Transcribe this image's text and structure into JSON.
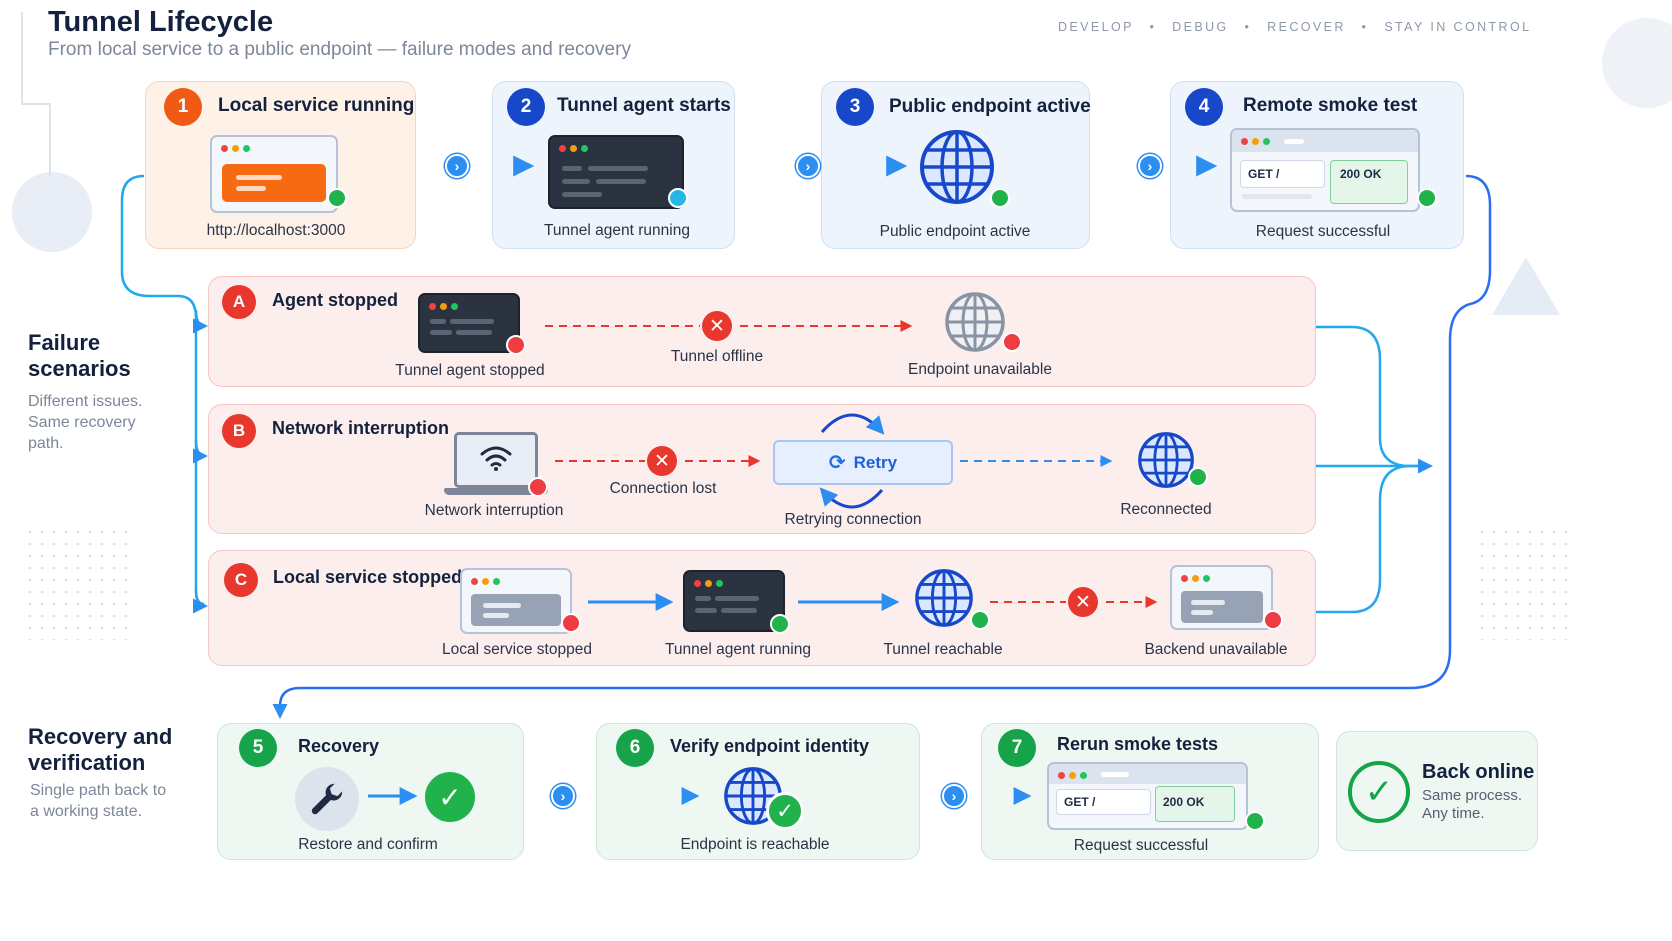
{
  "header": {
    "title": "Tunnel Lifecycle",
    "subtitle": "From local service to a public endpoint — failure modes and recovery",
    "tags": [
      "DEVELOP",
      "DEBUG",
      "RECOVER",
      "STAY IN CONTROL"
    ],
    "separator": "•"
  },
  "steps": [
    {
      "num": "1",
      "title": "Local service running",
      "caption": "http://localhost:3000"
    },
    {
      "num": "2",
      "title": "Tunnel agent starts",
      "caption": "Tunnel agent running"
    },
    {
      "num": "3",
      "title": "Public endpoint active",
      "caption": "Public endpoint active"
    },
    {
      "num": "4",
      "title": "Remote smoke test",
      "caption": "Request successful",
      "request": "GET /",
      "response": "200 OK"
    }
  ],
  "failure": {
    "title": "Failure scenarios",
    "subtitle": "Different issues. Same recovery path.",
    "scenarios": [
      {
        "letter": "A",
        "title": "Agent stopped",
        "captions": [
          "Tunnel agent stopped",
          "Tunnel offline",
          "Endpoint unavailable"
        ]
      },
      {
        "letter": "B",
        "title": "Network interruption",
        "captions": [
          "Network interruption",
          "Connection lost",
          "Retrying connection",
          "Reconnected"
        ],
        "retry_label": "Retry"
      },
      {
        "letter": "C",
        "title": "Local service stopped",
        "captions": [
          "Local service stopped",
          "Tunnel agent running",
          "Tunnel reachable",
          "Backend unavailable"
        ]
      }
    ]
  },
  "recovery": {
    "title": "Recovery and verification",
    "subtitle": "Single path back to a working state.",
    "steps": [
      {
        "num": "5",
        "title": "Recovery",
        "caption": "Restore and confirm"
      },
      {
        "num": "6",
        "title": "Verify endpoint identity",
        "caption": "Endpoint is reachable"
      },
      {
        "num": "7",
        "title": "Rerun smoke tests",
        "caption": "Request successful",
        "request": "GET /",
        "response": "200 OK"
      }
    ],
    "final": {
      "title": "Back online",
      "line1": "Same process.",
      "line2": "Any time."
    }
  },
  "colors": {
    "blue_flow": "#2b8ef0",
    "failure_red": "#e8372c",
    "success_green": "#22b24c",
    "step_blue": "#1748c9",
    "step_orange": "#f15a14"
  }
}
